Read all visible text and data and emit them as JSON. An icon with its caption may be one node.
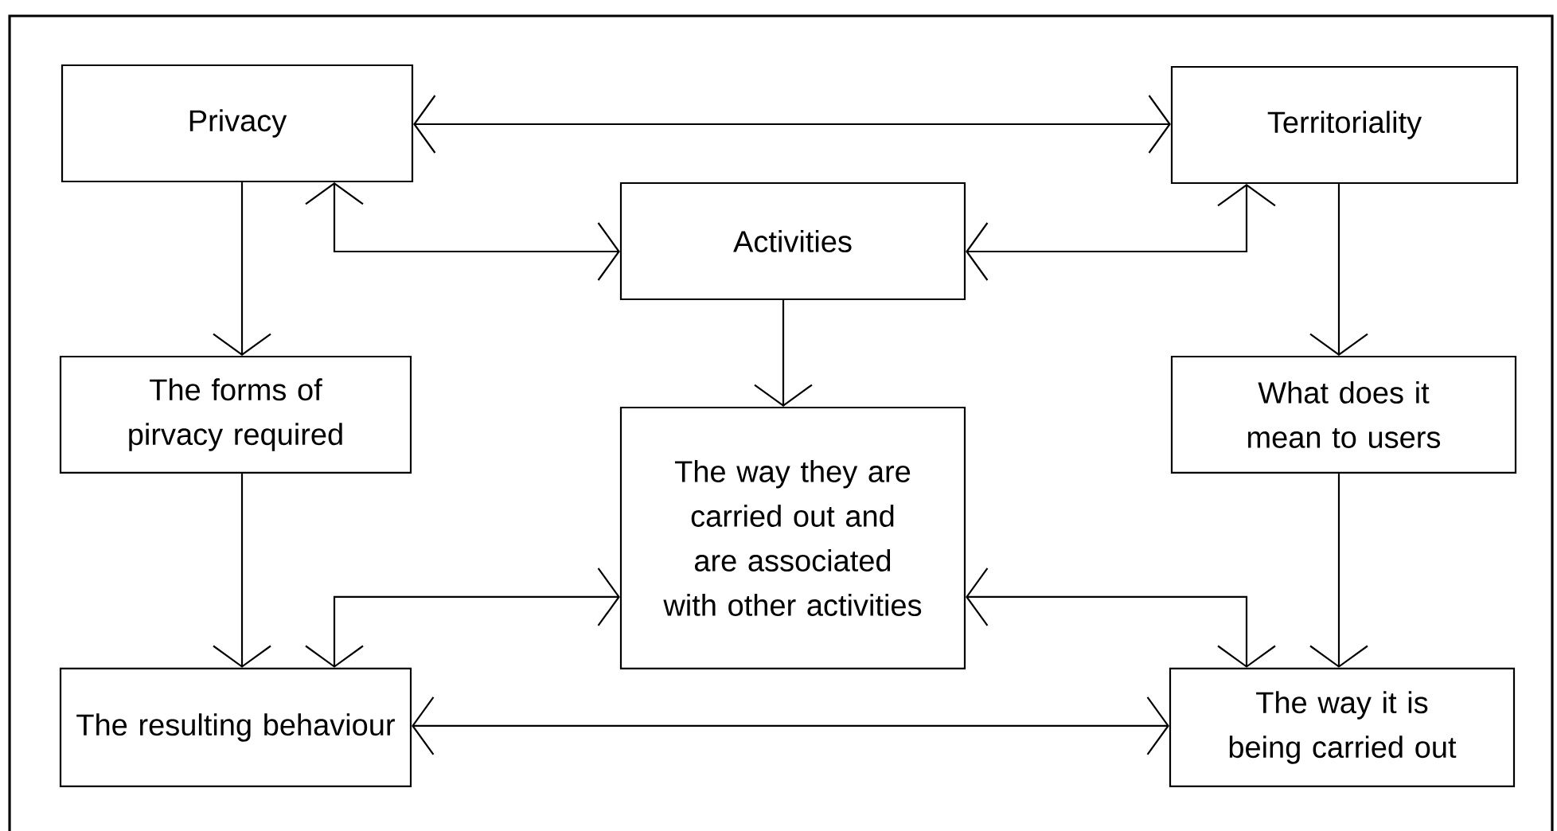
{
  "diagram": {
    "nodes": [
      {
        "text": [
          "Privacy"
        ]
      },
      {
        "text": [
          "Territoriality"
        ]
      },
      {
        "text": [
          "Activities"
        ]
      },
      {
        "text": [
          "The forms of pirvacy required"
        ]
      },
      {
        "text": [
          "The way they are carried out and are associated with other activities"
        ]
      },
      {
        "text": [
          "What does it mean to users"
        ]
      },
      {
        "text": [
          "The resulting behaviour"
        ]
      },
      {
        "text": [
          "The way it is being carried out"
        ]
      }
    ],
    "edges": [
      {
        "from": 0,
        "to": 1,
        "arrow": "both"
      },
      {
        "from": 0,
        "to": 2,
        "arrow": "both"
      },
      {
        "from": 2,
        "to": 1,
        "arrow": "both"
      },
      {
        "from": 0,
        "to": 3,
        "arrow": "to"
      },
      {
        "from": 2,
        "to": 4,
        "arrow": "to"
      },
      {
        "from": 1,
        "to": 5,
        "arrow": "to"
      },
      {
        "from": 3,
        "to": 6,
        "arrow": "to"
      },
      {
        "from": 4,
        "to": 6,
        "arrow": "both"
      },
      {
        "from": 4,
        "to": 7,
        "arrow": "both"
      },
      {
        "from": 5,
        "to": 7,
        "arrow": "to"
      },
      {
        "from": 6,
        "to": 7,
        "arrow": "both"
      }
    ]
  }
}
